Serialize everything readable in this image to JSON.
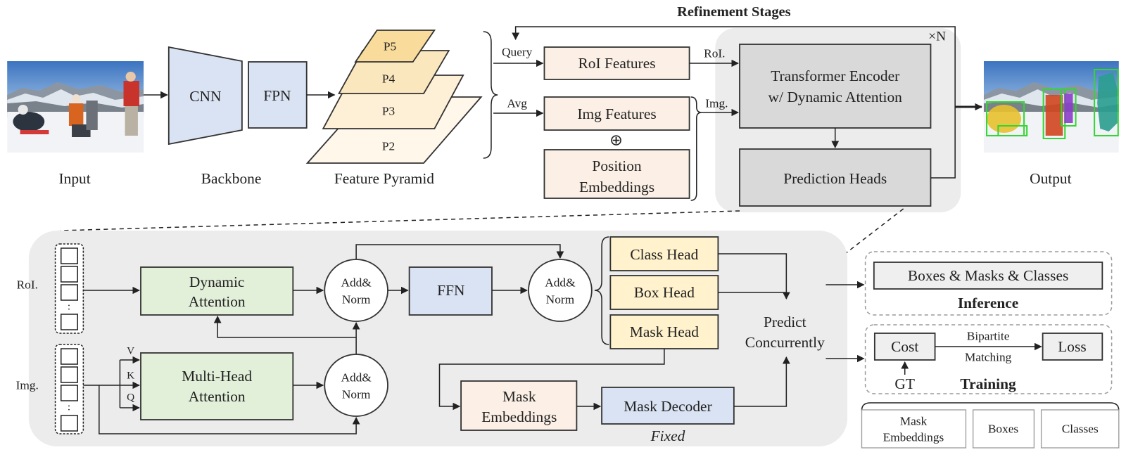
{
  "title": "Refinement Stages",
  "labels": {
    "input": "Input",
    "backbone": "Backbone",
    "feature_pyramid": "Feature Pyramid",
    "output": "Output"
  },
  "backbone": {
    "cnn": "CNN",
    "fpn": "FPN"
  },
  "pyramid_levels": [
    "P5",
    "P4",
    "P3",
    "P2"
  ],
  "queries": {
    "query_arrow": "Query",
    "avg_arrow": "Avg",
    "roi_features": "RoI Features",
    "img_features": "Img Features",
    "add_symbol": "⊕",
    "position_embeddings": [
      "Position",
      "Embeddings"
    ]
  },
  "refinement": {
    "roi_arrow": "RoI.",
    "img_arrow": "Img.",
    "repeat": "×N",
    "encoder": [
      "Transformer Encoder",
      "w/ Dynamic Attention"
    ],
    "prediction_heads": "Prediction Heads"
  },
  "detail": {
    "roi_input": "RoI.",
    "img_input": "Img.",
    "ellipsis": ":",
    "dynamic_attention": [
      "Dynamic",
      "Attention"
    ],
    "multi_head_attention": [
      "Multi-Head",
      "Attention"
    ],
    "qkv": [
      "V",
      "K",
      "Q"
    ],
    "add_norm": [
      "Add&",
      "Norm"
    ],
    "ffn": "FFN",
    "heads": [
      "Class Head",
      "Box Head",
      "Mask Head"
    ],
    "predict": [
      "Predict",
      "Concurrently"
    ],
    "mask_embeddings": [
      "Mask",
      "Embeddings"
    ],
    "mask_decoder": "Mask Decoder",
    "fixed": "Fixed"
  },
  "results": {
    "inference_output": "Boxes & Masks & Classes",
    "inference": "Inference",
    "cost": "Cost",
    "matching": [
      "Bipartite",
      "Matching"
    ],
    "loss": "Loss",
    "gt": "GT",
    "training": "Training",
    "gt_items": {
      "mask_embeddings": [
        "Mask",
        "Embeddings"
      ],
      "boxes": "Boxes",
      "classes": "Classes"
    }
  },
  "colors": {
    "backbone_blue": "#dae3f3",
    "pyramid_p5": "#f9dc9c",
    "pyramid_p4": "#fbe7bd",
    "pyramid_p3": "#fdf0d6",
    "pyramid_p2": "#fef7ea",
    "feature_peach": "#fcf0e6",
    "encoder_gray": "#d9d9d9",
    "panel_gray": "#ececec",
    "attention_green": "#e2efd9",
    "head_yellow": "#fff2cc",
    "result_gray": "#efefef",
    "detection_box_green": "#33d633"
  }
}
